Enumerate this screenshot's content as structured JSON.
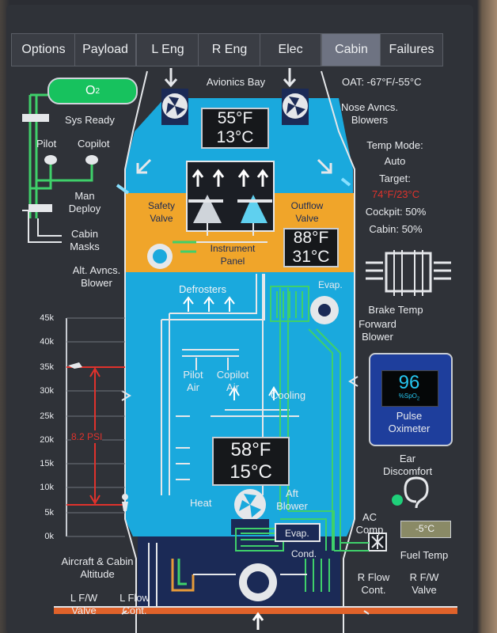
{
  "tabs": [
    "Options",
    "Payload",
    "L Eng",
    "R Eng",
    "Elec",
    "Cabin",
    "Failures"
  ],
  "active_tab": "Cabin",
  "oxygen": {
    "bottle_label": "O",
    "bottle_sub": "2",
    "sys_ready": "Sys Ready",
    "pilot": "Pilot",
    "copilot": "Copilot",
    "man_deploy": [
      "Man",
      "Deploy"
    ],
    "cabin_masks": [
      "Cabin",
      "Masks"
    ]
  },
  "left_labels": {
    "alt_avncs_blower": [
      "Alt. Avncs.",
      "Blower"
    ]
  },
  "altitude_chart": {
    "ticks": [
      "45k",
      "40k",
      "35k",
      "30k",
      "25k",
      "20k",
      "15k",
      "10k",
      "5k",
      "0k"
    ],
    "diff_pressure": "8.2 PSI",
    "caption": [
      "Aircraft & Cabin",
      "Altitude"
    ]
  },
  "diagram": {
    "avionics_bay": "Avionics Bay",
    "avionics_temp": {
      "f": "55°F",
      "c": "13°C"
    },
    "safety_valve": [
      "Safety",
      "Valve"
    ],
    "outflow_valve": [
      "Outflow",
      "Valve"
    ],
    "instrument_panel": [
      "Instrument",
      "Panel"
    ],
    "instrument_temp": {
      "f": "88°F",
      "c": "31°C"
    },
    "defrosters": "Defrosters",
    "evap_top": "Evap.",
    "pilot_air": [
      "Pilot",
      "Air"
    ],
    "copilot_air": [
      "Copilot",
      "Air"
    ],
    "cooling": "Cooling",
    "cabin_temp": {
      "f": "58°F",
      "c": "15°C"
    },
    "heat": "Heat",
    "aft_blower": [
      "Aft",
      "Blower"
    ],
    "evap_bottom": "Evap.",
    "cond": "Cond."
  },
  "right_panel": {
    "oat": "OAT: -67°F/-55°C",
    "nose_blowers": [
      "Nose Avncs.",
      "Blowers"
    ],
    "temp_mode_label": "Temp Mode:",
    "temp_mode_value": "Auto",
    "target_label": "Target:",
    "target_value": "74°F/23°C",
    "cockpit": "Cockpit: 50%",
    "cabin": "Cabin: 50%",
    "brake_temp": "Brake Temp",
    "forward_blower": [
      "Forward",
      "Blower"
    ],
    "pulse_value": "96",
    "pulse_unit": "%SpO",
    "pulse_unit_sub": "2",
    "pulse_label": [
      "Pulse",
      "Oximeter"
    ],
    "ear_discomfort": [
      "Ear",
      "Discomfort"
    ],
    "ac_comp": [
      "AC",
      "Comp"
    ],
    "fuel_temp_value": "-5°C",
    "fuel_temp_label": "Fuel Temp",
    "r_flow_cont": [
      "R Flow",
      "Cont."
    ],
    "r_fw_valve": [
      "R F/W",
      "Valve"
    ]
  },
  "bottom_left": {
    "l_fw_valve": [
      "L F/W",
      "Valve"
    ],
    "l_flow_cont": [
      "L Flow",
      "Cont."
    ]
  },
  "colors": {
    "cabin_blue": "#1aa9dd",
    "safety_orange": "#f0a52a",
    "alarm_red": "#e0322c",
    "ok_green": "#1fd07a",
    "duct_green": "#3fd06a"
  }
}
